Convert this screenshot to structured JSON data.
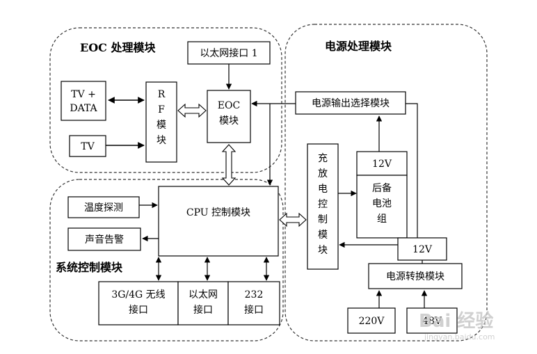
{
  "regions": {
    "eoc_title": "EOC 处理模块",
    "power_title": "电源处理模块",
    "system_title": "系统控制模块"
  },
  "blocks": {
    "ethernet_port1": "以太网接口 1",
    "tv_data_line1": "TV +",
    "tv_data_line2": "DATA",
    "tv": "TV",
    "rf_chars": [
      "R",
      "F",
      "模",
      "块"
    ],
    "eoc_module_line1": "EOC",
    "eoc_module_line2": "模块",
    "power_output_select": "电源输出选择模块",
    "charge_control_chars": [
      "充",
      "放",
      "电",
      "控",
      "制",
      "模",
      "块"
    ],
    "v12_top": "12V",
    "backup_battery_chars": [
      "后备",
      "电池",
      "组"
    ],
    "v12_bottom": "12V",
    "temp_sensor": "温度探测",
    "sound_alarm": "声音告警",
    "cpu_control": "CPU 控制模块",
    "wireless_line1": "3G/4G 无线",
    "wireless_line2": "接口",
    "ethernet_line1": "以太网",
    "ethernet_line2": "接口",
    "rs232_line1": "232",
    "rs232_line2": "接口",
    "power_convert": "电源转换模块",
    "v220": "220V",
    "v48": "48V"
  },
  "watermark": {
    "text": "Bai 经验",
    "url": "jingyan.baidu.com"
  },
  "colors": {
    "line": "#000000",
    "dash": "#333333",
    "watermark": "#c8c8c8"
  }
}
